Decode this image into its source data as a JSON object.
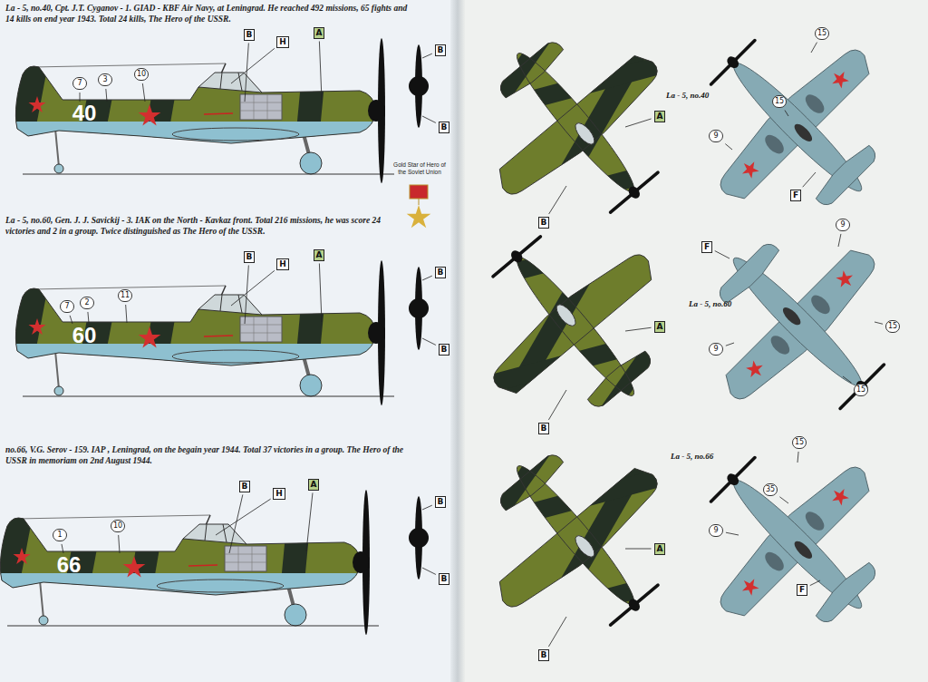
{
  "diagram": {
    "labels": [
      "La - 5, no.40, Cpt. J.T. Cyganov - 1. GIAD - KBF Air Navy, at Leningrad. He reached 492 missions, 65 fights and 14 kills on end year 1943. Total 24 kills, The Hero of the USSR.",
      "B",
      "H",
      "A",
      "7",
      "3",
      "10",
      "40",
      "B",
      "B",
      "Gold Star of Hero of the Soviet Union",
      "La - 5, no.60, Gen. J. J. Savickij - 3. IAK on the North - Kavkaz front. Total 216 missions, he was score 24 victories and 2 in a group. Twice distinguished as The Hero of the USSR.",
      "B",
      "H",
      "A",
      "7",
      "2",
      "11",
      "60",
      "B",
      "B",
      "no.66, V.G. Serov - 159. IAP , Leningrad, on the begain year 1944. Total 37 victories in a group. The Hero of the USSR in memoriam on 2nd August 1944.",
      "B",
      "H",
      "A",
      "1",
      "10",
      "66",
      "B",
      "B",
      "A",
      "B",
      "A",
      "B",
      "A",
      "B",
      "La - 5, no.40",
      "15",
      "15",
      "9",
      "F",
      "La - 5, no.60",
      "9",
      "F",
      "9",
      "15",
      "15",
      "La - 5, no.66",
      "15",
      "35",
      "9",
      "F"
    ]
  }
}
